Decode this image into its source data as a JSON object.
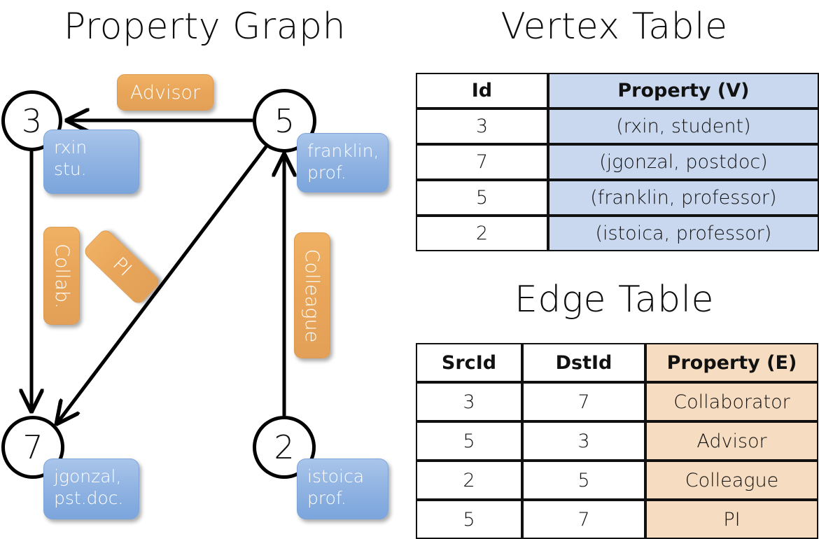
{
  "titles": {
    "property_graph": "Property Graph",
    "vertex_table": "Vertex Table",
    "edge_table": "Edge Table"
  },
  "colors": {
    "vertex_box": "#90b3e2",
    "edge_box": "#e9a65a",
    "vertex_table_header": "#c9d8ee",
    "edge_table_header": "#f6dcc0",
    "stroke": "#000000"
  },
  "graph": {
    "nodes": [
      {
        "id": "3",
        "label": "3",
        "property_line1": "rxin",
        "property_line2": "stu."
      },
      {
        "id": "5",
        "label": "5",
        "property_line1": "franklin,",
        "property_line2": "prof."
      },
      {
        "id": "7",
        "label": "7",
        "property_line1": "jgonzal,",
        "property_line2": "pst.doc."
      },
      {
        "id": "2",
        "label": "2",
        "property_line1": "istoica",
        "property_line2": "prof."
      }
    ],
    "edge_labels": [
      {
        "name": "advisor",
        "text": "Advisor",
        "orientation": "horizontal"
      },
      {
        "name": "collab",
        "text": "Collab.",
        "orientation": "vertical"
      },
      {
        "name": "pi",
        "text": "PI",
        "orientation": "diagonal"
      },
      {
        "name": "colleague",
        "text": "Colleague",
        "orientation": "vertical"
      }
    ],
    "edges": [
      {
        "src": "5",
        "dst": "3",
        "label": "Advisor"
      },
      {
        "src": "3",
        "dst": "7",
        "label": "Collab."
      },
      {
        "src": "5",
        "dst": "7",
        "label": "PI"
      },
      {
        "src": "2",
        "dst": "5",
        "label": "Colleague"
      }
    ]
  },
  "vertex_table": {
    "headers": [
      "Id",
      "Property (V)"
    ],
    "rows": [
      {
        "id": "3",
        "property": "(rxin, student)"
      },
      {
        "id": "7",
        "property": "(jgonzal, postdoc)"
      },
      {
        "id": "5",
        "property": "(franklin, professor)"
      },
      {
        "id": "2",
        "property": "(istoica, professor)"
      }
    ]
  },
  "edge_table": {
    "headers": [
      "SrcId",
      "DstId",
      "Property (E)"
    ],
    "rows": [
      {
        "src": "3",
        "dst": "7",
        "property": "Collaborator"
      },
      {
        "src": "5",
        "dst": "3",
        "property": "Advisor"
      },
      {
        "src": "2",
        "dst": "5",
        "property": "Colleague"
      },
      {
        "src": "5",
        "dst": "7",
        "property": "PI"
      }
    ]
  }
}
